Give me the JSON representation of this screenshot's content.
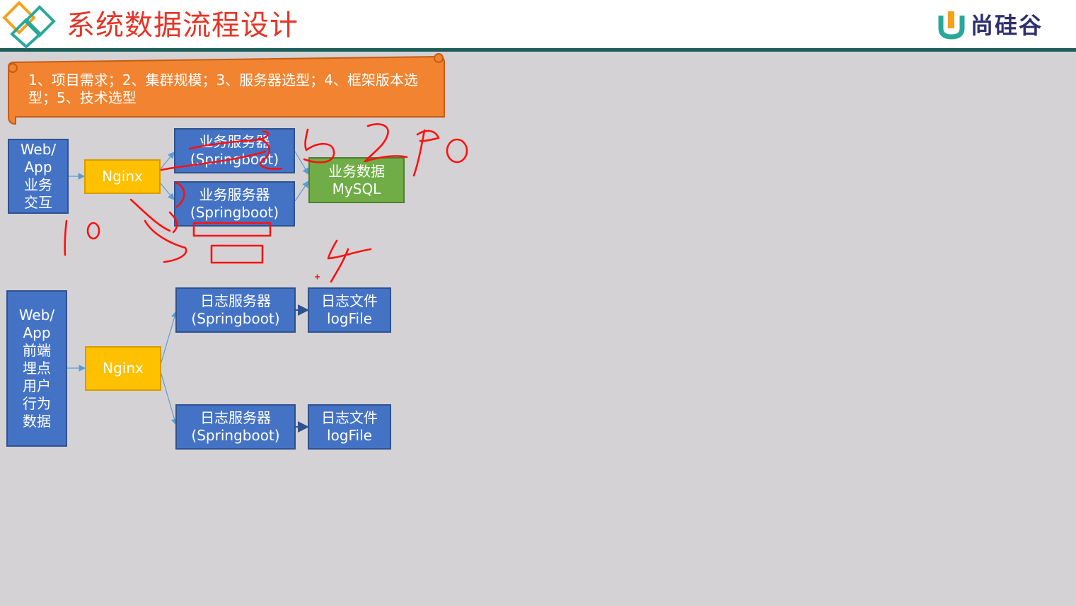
{
  "header": {
    "title": "系统数据流程设计",
    "brand": "尚硅谷"
  },
  "banner": {
    "text": "1、项目需求；2、集群规模；3、服务器选型；4、框架版本选型；5、技术选型"
  },
  "business_flow": {
    "source_lines": [
      "Web/",
      "App",
      "业务",
      "交互"
    ],
    "nginx": "Nginx",
    "servers": [
      {
        "line1": "业务服务器",
        "line2": "(Springboot)"
      },
      {
        "line1": "业务服务器",
        "line2": "(Springboot)"
      }
    ],
    "db": {
      "line1": "业务数据",
      "line2": "MySQL"
    }
  },
  "log_flow": {
    "source_lines": [
      "Web/",
      "App",
      "前端",
      "埋点",
      "用户",
      "行为",
      "数据"
    ],
    "nginx": "Nginx",
    "servers": [
      {
        "line1": "日志服务器",
        "line2": "(Springboot)"
      },
      {
        "line1": "日志服务器",
        "line2": "(Springboot)"
      }
    ],
    "files": [
      {
        "line1": "日志文件",
        "line2": "logFile"
      },
      {
        "line1": "日志文件",
        "line2": "logFile"
      }
    ]
  },
  "colors": {
    "title_red": "#e53527",
    "node_blue": "#4473c5",
    "node_yellow": "#ffc000",
    "node_green": "#70ad47",
    "banner_orange": "#f28330",
    "annotation_red": "#ff1010",
    "header_rule": "#1e5e5a"
  }
}
